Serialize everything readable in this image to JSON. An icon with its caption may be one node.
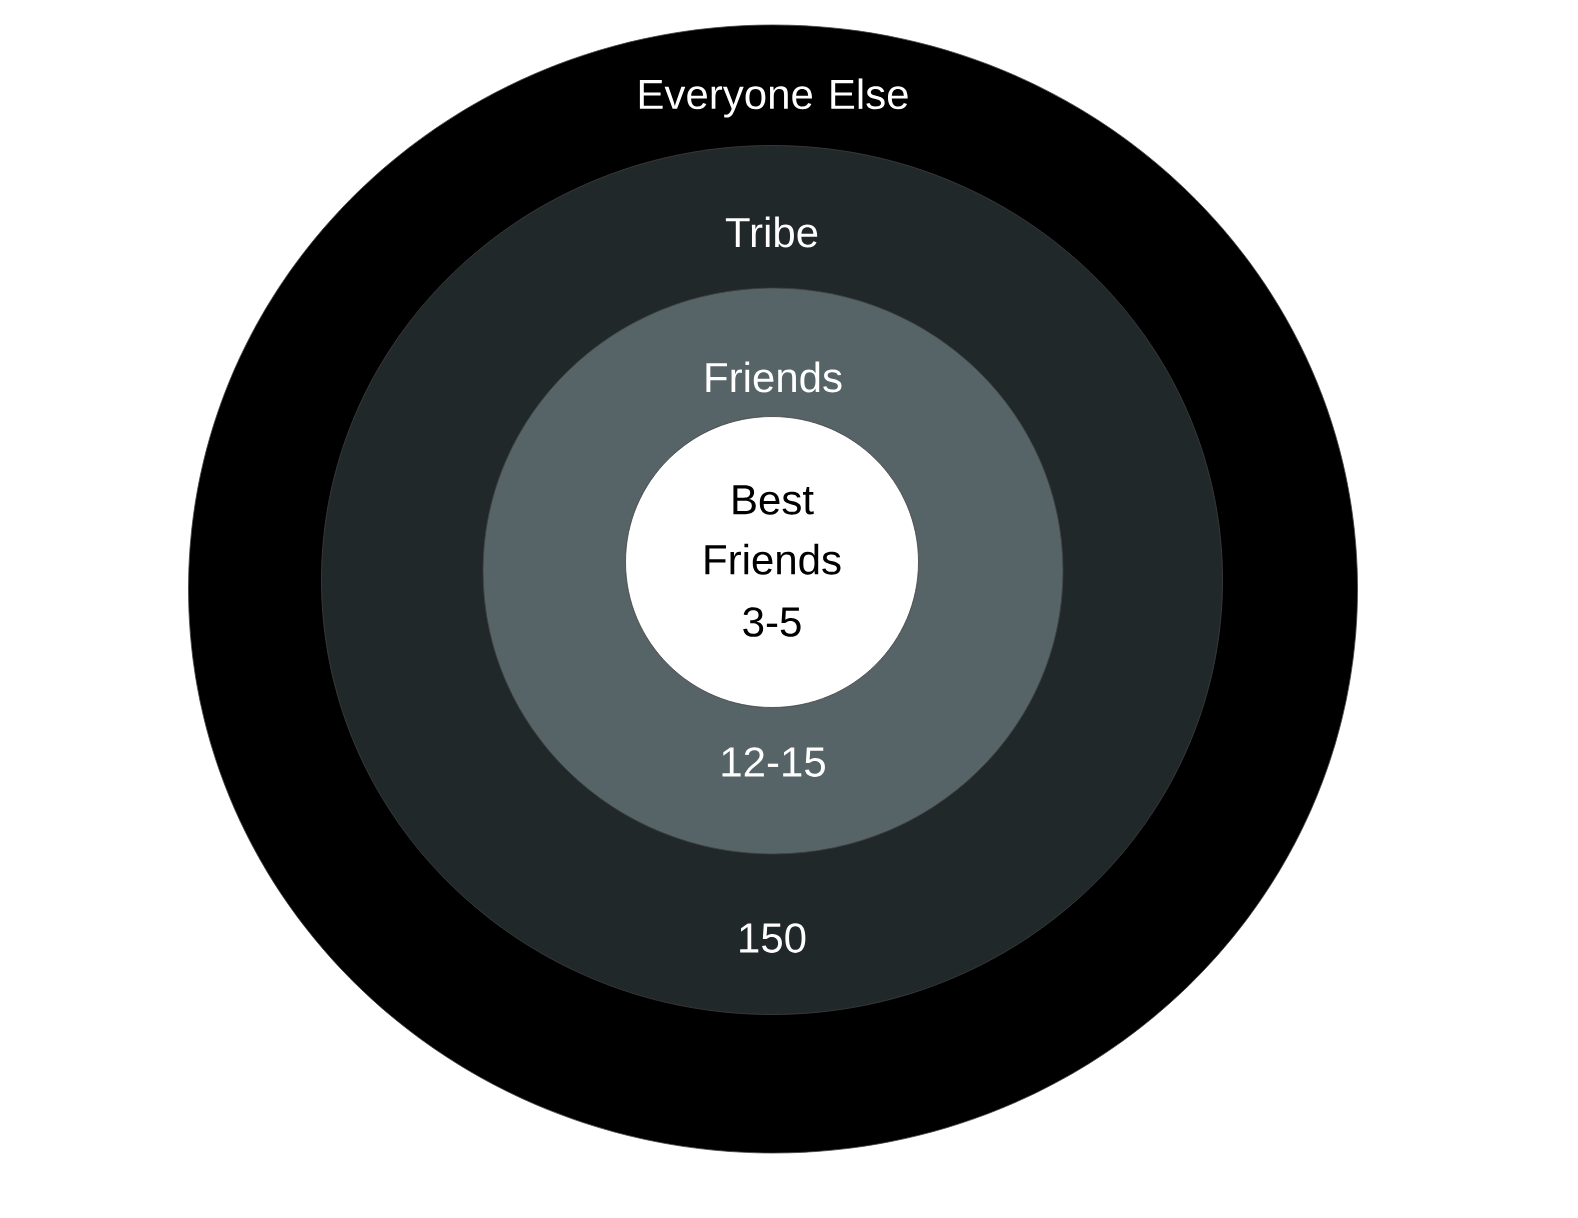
{
  "diagram": {
    "nodes": [
      {
        "text": [
          "Everyone Else"
        ]
      },
      {
        "text": [
          "Tribe",
          "150"
        ],
        "in": 0
      },
      {
        "text": [
          "Friends",
          "12-15"
        ],
        "in": 1
      },
      {
        "text": [
          "Best Friends",
          "3-5"
        ],
        "in": 2
      }
    ]
  }
}
